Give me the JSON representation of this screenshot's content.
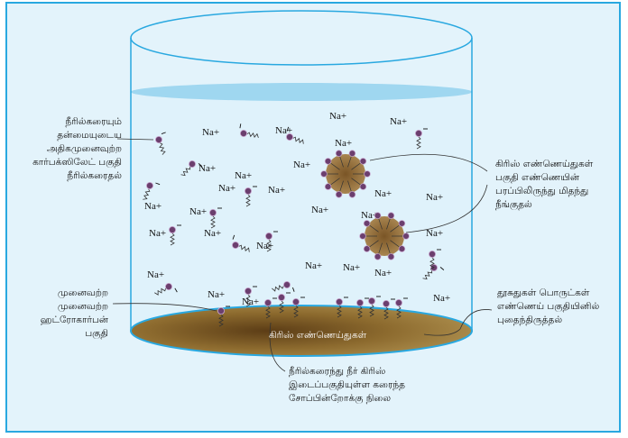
{
  "na_label": "Na+",
  "labels": {
    "hydrophilic": "நீரில்கரையும் தன்மையுடைய அதிகமுனைவுற்ற கார்பக்ஸிலேட் பகுதி நீரில்கரைதல்",
    "hydrophobic": "முனைவற்ற முனைவற்ற ஹட்ரோகார்பன் பகுதி",
    "grease_removal": "கிரிஸ் எண்ணெய்துகள் பகுதி எண்ணெயின் பரப்பிலிருந்து மிதந்து நீங்குதல்",
    "dirt_embedded": "தூசுதுகள் பொருட்கள் எண்ணெய் பகுதியினில் புதைந்திருத்தல்",
    "grease": "கிரிஸ் எண்ணெய்துகள்",
    "interface": "நீரில்கரைந்து நீர் கிரிஸ் இடைப்பகுதியுள்ள கரைந்த சோப்பின்றோக்கு நிலை"
  },
  "colors": {
    "background": "#e3f3fb",
    "outline": "#29a8e0",
    "grease": "#8a6a2e",
    "head": "#6b3f6e"
  }
}
